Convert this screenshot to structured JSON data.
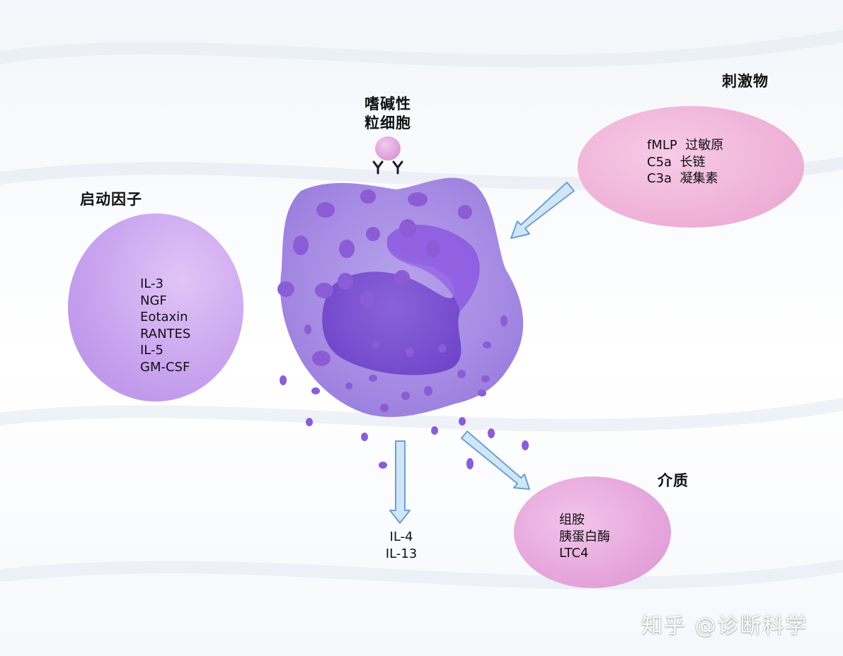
{
  "diagram": {
    "cell_title_line1": "嗜碱性",
    "cell_title_line2": "粒细胞",
    "stimuli": {
      "heading": "刺激物",
      "items": [
        "fMLP  过敏原",
        "C5a  长链",
        "C3a  凝集素"
      ]
    },
    "initiating_factors": {
      "heading": "启动因子",
      "items": [
        "IL-3",
        "NGF",
        "Eotaxin",
        "RANTES",
        "IL-5",
        "GM-CSF"
      ]
    },
    "cytokines": {
      "items": [
        "IL-4",
        "IL-13"
      ]
    },
    "mediators": {
      "heading": "介质",
      "items": [
        "组胺",
        "胰蛋白酶",
        "LTC4"
      ]
    }
  },
  "watermark": "知乎 @诊断科学",
  "colors": {
    "cell_body": "#a98ee6",
    "nucleus": "#7a4fd0",
    "granule": "#8b5cd6",
    "initiating_blob": "#c9a3ef",
    "stimuli_blob": "#f0b6d8",
    "mediators_blob": "#e6a6dc",
    "arrow_fill": "#cfe6f7",
    "arrow_stroke": "#6f9fcf"
  }
}
